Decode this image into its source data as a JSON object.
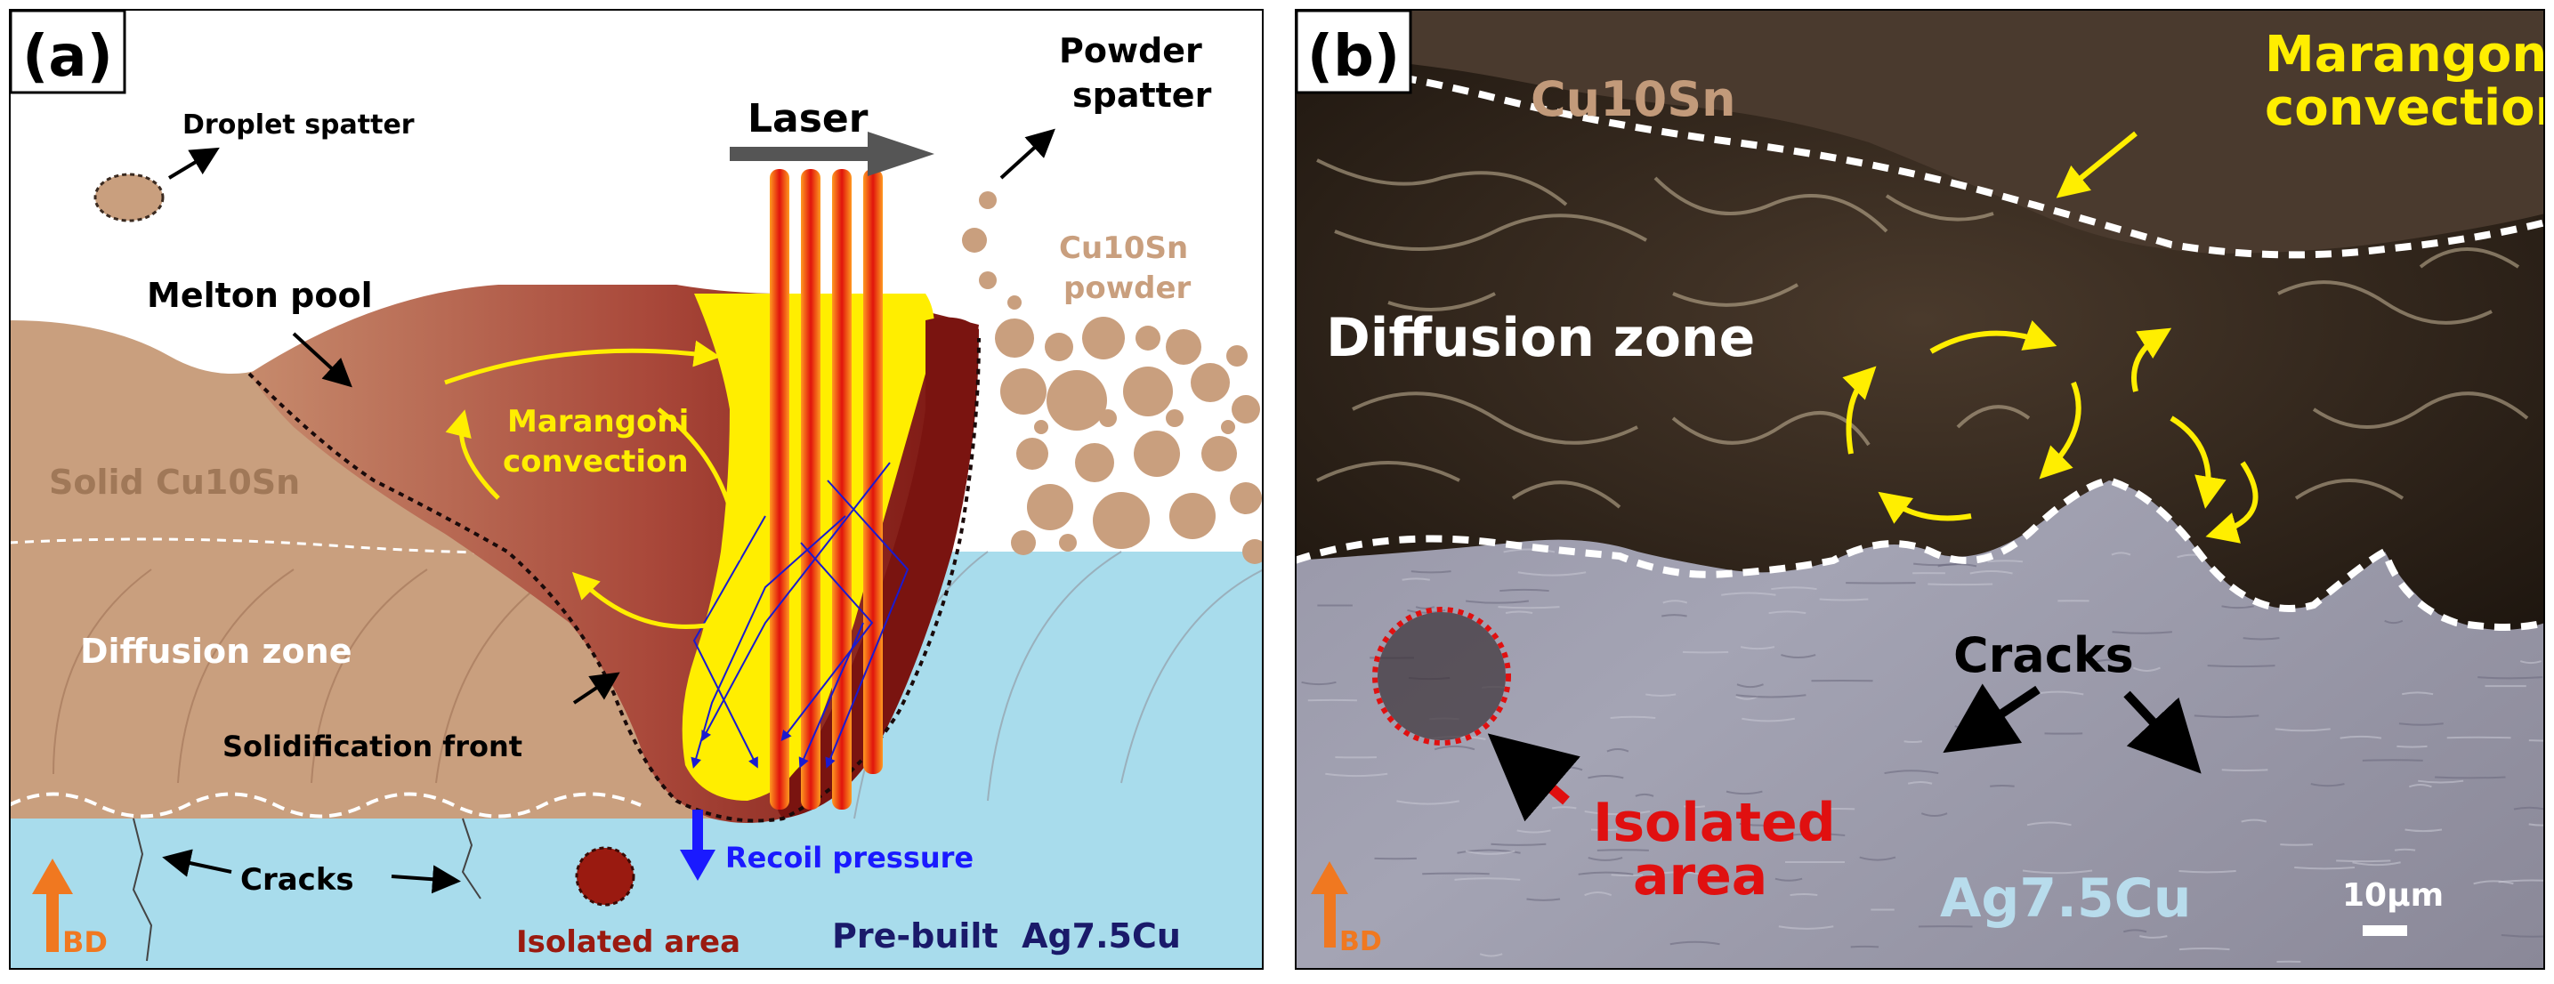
{
  "panel_a": {
    "label": "(a)",
    "droplet_spatter": "Droplet spatter",
    "laser": "Laser",
    "powder_spatter_line1": "Powder",
    "powder_spatter_line2": "spatter",
    "powder_line1": "Cu10Sn",
    "powder_line2": "powder",
    "melton_pool": "Melton pool",
    "solid": "Solid Cu10Sn",
    "marangoni_line1": "Marangoni",
    "marangoni_line2": "convection",
    "diffusion_zone": "Diffusion zone",
    "solidification_front": "Solidification front",
    "recoil_pressure": "Recoil pressure",
    "cracks": "Cracks",
    "isolated_area": "Isolated area",
    "substrate": "Pre-built  Ag7.5Cu",
    "bd": "BD"
  },
  "panel_b": {
    "label": "(b)",
    "cu10sn": "Cu10Sn",
    "marangoni_line1": "Marangoni",
    "marangoni_line2": "convection",
    "diffusion_zone": "Diffusion zone",
    "cracks": "Cracks",
    "isolated_line1": "Isolated",
    "isolated_line2": "area",
    "ag": "Ag7.5Cu",
    "scale": "10μm",
    "bd": "BD"
  },
  "colors": {
    "solid_tan": "#c99f7e",
    "pool_dark_red": "#8a1a12",
    "laser_yellow": "#ffee00",
    "substrate_blue": "#a8dcec",
    "marangoni_yellow": "#ffee00",
    "recoil_blue": "#1a1aff",
    "isolated_red": "#e01010",
    "bd_orange": "#f07820"
  }
}
